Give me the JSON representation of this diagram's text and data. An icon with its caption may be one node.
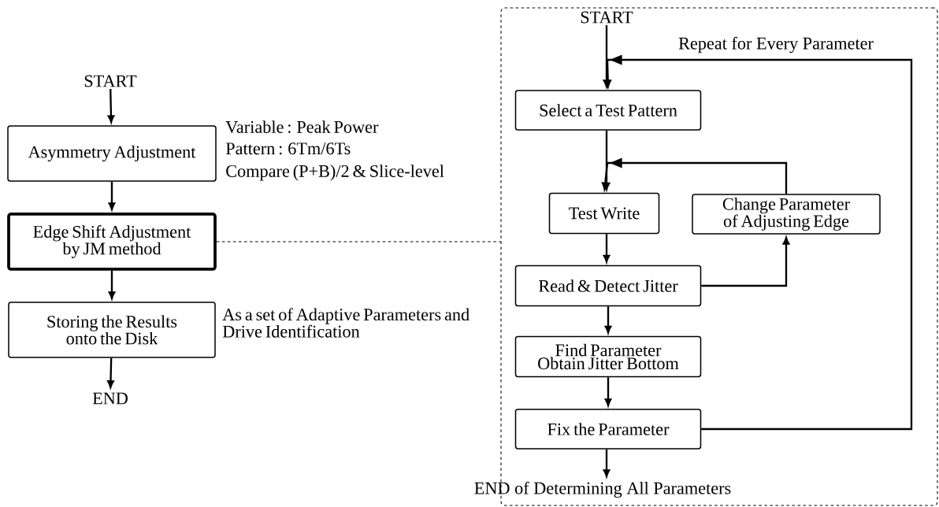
{
  "diagram": {
    "nodes": [
      {
        "text": [
          "START"
        ]
      },
      {
        "text": [
          "Asymmetry Adjustment"
        ],
        "beside": [
          "Variable : Peak Power",
          "Pattern : 6Tm/6Ts",
          "Compare (P+B)/2 & Slice-level"
        ]
      },
      {
        "text": [
          "Edge Shift Adjustment by JM method"
        ]
      },
      {
        "text": [
          "Storing the Results onto the Disk"
        ],
        "beside": [
          "As a set of Adaptive Parameters and Drive Identification"
        ]
      },
      {
        "text": [
          "END"
        ]
      },
      {
        "text": [],
        "shape": "box"
      },
      {
        "text": [
          "START"
        ],
        "in": 5
      },
      {
        "text": [
          "Select a Test Pattern"
        ],
        "in": 5
      },
      {
        "text": [
          "Test Write"
        ],
        "in": 5
      },
      {
        "text": [
          "Change Parameter of Adjusting Edge"
        ],
        "in": 5
      },
      {
        "text": [
          "Read & Detect Jitter"
        ],
        "in": 5
      },
      {
        "text": [
          "Find Parameter Obtain Jitter Bottom"
        ],
        "in": 5
      },
      {
        "text": [
          "Fix the Parameter"
        ],
        "in": 5
      },
      {
        "text": [
          "END of Determining All Parameters"
        ],
        "in": 5
      }
    ],
    "edges": [
      {
        "from": 0,
        "to": 1,
        "arrow": "to"
      },
      {
        "from": 1,
        "to": 2,
        "arrow": "to"
      },
      {
        "from": 2,
        "to": 3,
        "arrow": "to"
      },
      {
        "from": 3,
        "to": 4,
        "arrow": "to"
      },
      {
        "from": 2,
        "to": 5,
        "arrow": "none",
        "style": "dashed"
      },
      {
        "from": 6,
        "to": 7,
        "arrow": "to"
      },
      {
        "from": 7,
        "to": 8,
        "arrow": "to"
      },
      {
        "from": 8,
        "to": 10,
        "arrow": "to"
      },
      {
        "from": 10,
        "to": 9,
        "arrow": "to"
      },
      {
        "from": 9,
        "to": 8,
        "arrow": "to"
      },
      {
        "from": 10,
        "to": 11,
        "arrow": "to"
      },
      {
        "from": 11,
        "to": 12,
        "arrow": "to"
      },
      {
        "from": 12,
        "to": 13,
        "arrow": "to"
      },
      {
        "from": 12,
        "to": 7,
        "arrow": "to",
        "label": "Repeat for Every Parameter"
      }
    ]
  }
}
